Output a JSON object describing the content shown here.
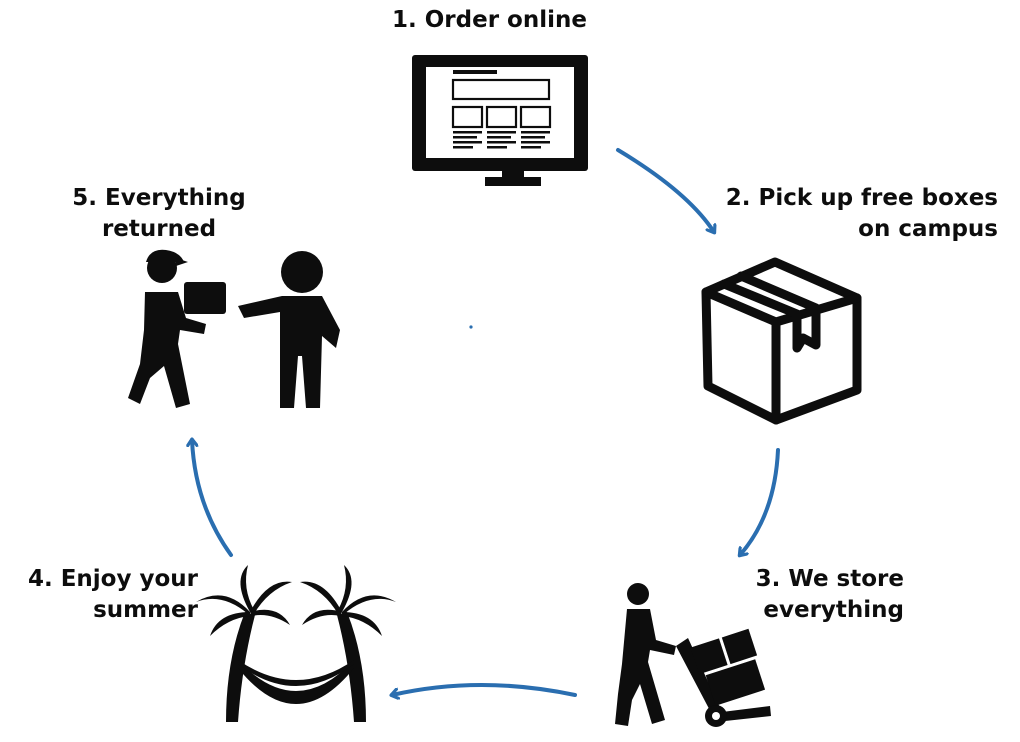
{
  "steps": [
    {
      "lines": [
        "1. Order online"
      ],
      "icon": "computer-monitor-icon"
    },
    {
      "lines": [
        "2. Pick up free boxes",
        "on campus"
      ],
      "icon": "cardboard-box-icon"
    },
    {
      "lines": [
        "3. We store",
        "everything"
      ],
      "icon": "hand-truck-worker-icon"
    },
    {
      "lines": [
        "4. Enjoy your",
        "summer"
      ],
      "icon": "palm-tree-hammock-icon"
    },
    {
      "lines": [
        "5. Everything",
        "returned"
      ],
      "icon": "delivery-handoff-icon"
    }
  ],
  "colors": {
    "arrow": "#2a6eb0",
    "icon": "#0d0d0d"
  }
}
